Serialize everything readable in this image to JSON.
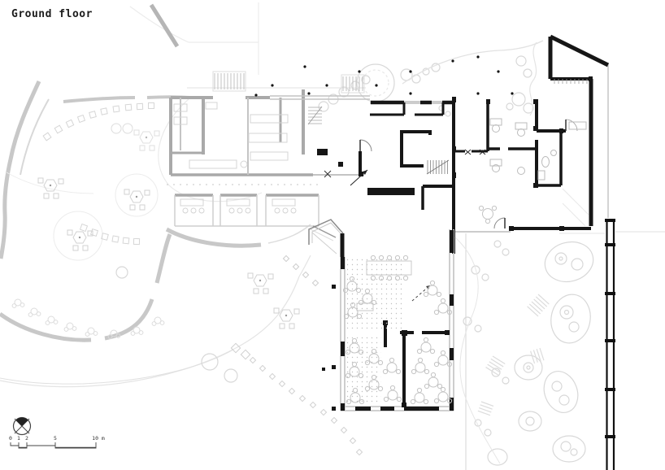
{
  "title": "Ground floor",
  "drawing": {
    "type": "architectural-floor-plan",
    "floor_label": "Ground floor",
    "icons": {
      "north_arrow": "compass-icon"
    },
    "scale_bar": {
      "unit": "m",
      "labels": [
        "0",
        "1",
        "2",
        "5",
        "10 m"
      ]
    },
    "colors": {
      "background": "#ffffff",
      "new_walls": "#161616",
      "existing_walls": "#a9a9a9",
      "landscape_path": "#c8c8c8",
      "garden_detail": "#d8d8d8",
      "text": "#1c1c1c"
    }
  }
}
